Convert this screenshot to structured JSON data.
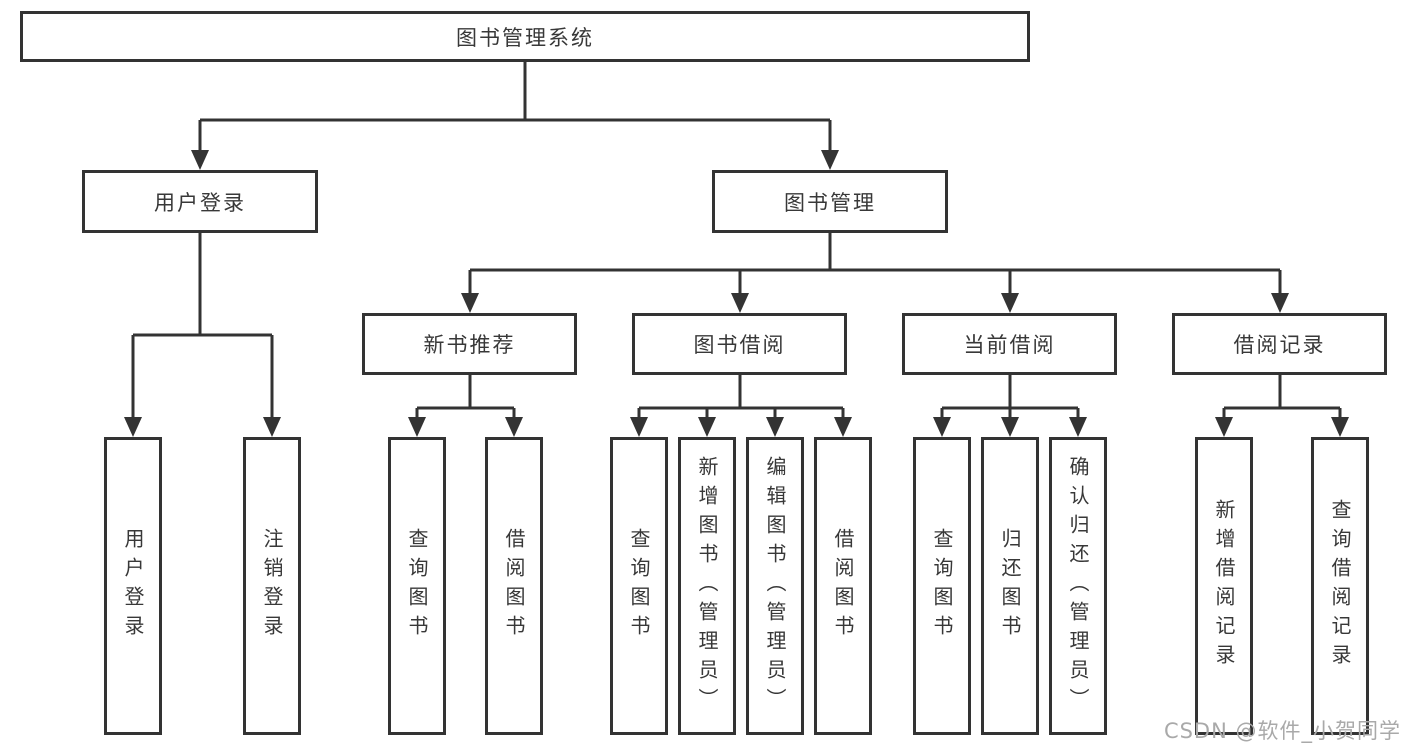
{
  "diagram": {
    "root": {
      "label": "图书管理系统"
    },
    "level2": [
      {
        "label": "用户登录"
      },
      {
        "label": "图书管理"
      }
    ],
    "level3": [
      {
        "label": "新书推荐",
        "parent": "图书管理"
      },
      {
        "label": "图书借阅",
        "parent": "图书管理"
      },
      {
        "label": "当前借阅",
        "parent": "图书管理"
      },
      {
        "label": "借阅记录",
        "parent": "图书管理"
      }
    ],
    "leaves": [
      {
        "label": "用户登录",
        "parent": "用户登录"
      },
      {
        "label": "注销登录",
        "parent": "用户登录"
      },
      {
        "label": "查询图书",
        "parent": "新书推荐"
      },
      {
        "label": "借阅图书",
        "parent": "新书推荐"
      },
      {
        "label": "查询图书",
        "parent": "图书借阅"
      },
      {
        "label": "新增图书（管理员）",
        "parent": "图书借阅"
      },
      {
        "label": "编辑图书（管理员）",
        "parent": "图书借阅"
      },
      {
        "label": "借阅图书",
        "parent": "图书借阅"
      },
      {
        "label": "查询图书",
        "parent": "当前借阅"
      },
      {
        "label": "归还图书",
        "parent": "当前借阅"
      },
      {
        "label": "确认归还（管理员）",
        "parent": "当前借阅"
      },
      {
        "label": "新增借阅记录",
        "parent": "借阅记录"
      },
      {
        "label": "查询借阅记录",
        "parent": "借阅记录"
      }
    ]
  },
  "watermark": {
    "text": "CSDN @软件_小贺同学"
  },
  "colors": {
    "line": "#333333",
    "border": "#333333",
    "text": "#383838",
    "watermark": "#a9a9a9",
    "background": "#ffffff"
  }
}
